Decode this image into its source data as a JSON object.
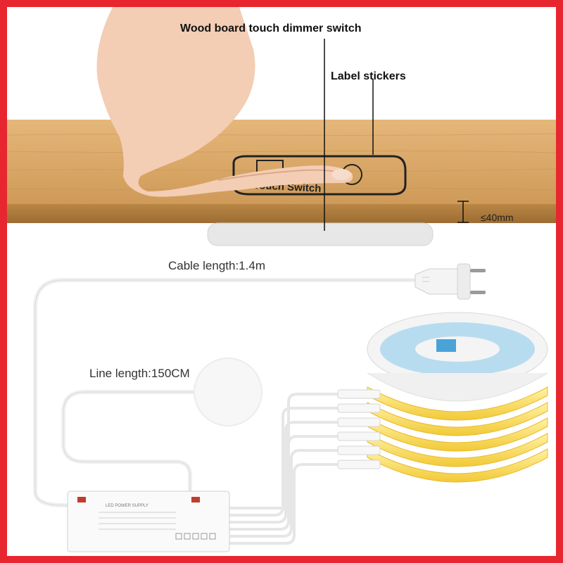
{
  "captions": {
    "title": "Wood board touch dimmer switch",
    "label_stickers": "Label stickers",
    "thickness": "≤40mm",
    "cable_length": "Cable length:1.4m",
    "line_length": "Line length:150CM"
  },
  "switch_sticker": {
    "text": "Touch Switch"
  },
  "power_supply": {
    "text": "LED POWER SUPPLY"
  },
  "colors": {
    "border": "#e8262f",
    "wood": "#d9a86a",
    "wood_dark": "#b98645",
    "led_yellow": "#f7d64a",
    "cable": "#f2f2f2"
  }
}
